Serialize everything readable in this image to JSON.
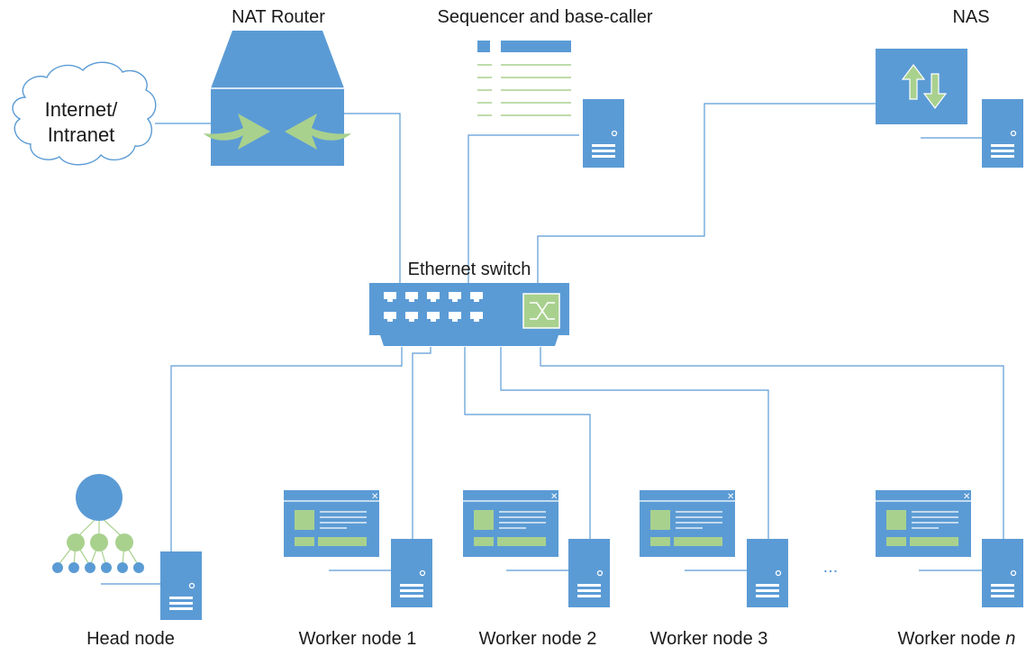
{
  "labels": {
    "nat_router": "NAT Router",
    "sequencer": "Sequencer and base-caller",
    "nas": "NAS",
    "cloud_line1": "Internet/",
    "cloud_line2": "Intranet",
    "switch": "Ethernet switch",
    "head_node": "Head node",
    "worker1": "Worker node 1",
    "worker2": "Worker node 2",
    "worker3": "Worker node 3",
    "workern_prefix": "Worker node ",
    "workern_suffix": "n",
    "ellipsis": "..."
  },
  "colors": {
    "device_blue": "#5b9bd5",
    "accent_green": "#a9d18e",
    "line_blue": "#5b9bd5",
    "white": "#ffffff"
  },
  "icons": [
    "cloud-icon",
    "router-icon",
    "document-icon",
    "storage-icon",
    "switch-icon",
    "server-icon",
    "window-icon",
    "hierarchy-icon"
  ]
}
